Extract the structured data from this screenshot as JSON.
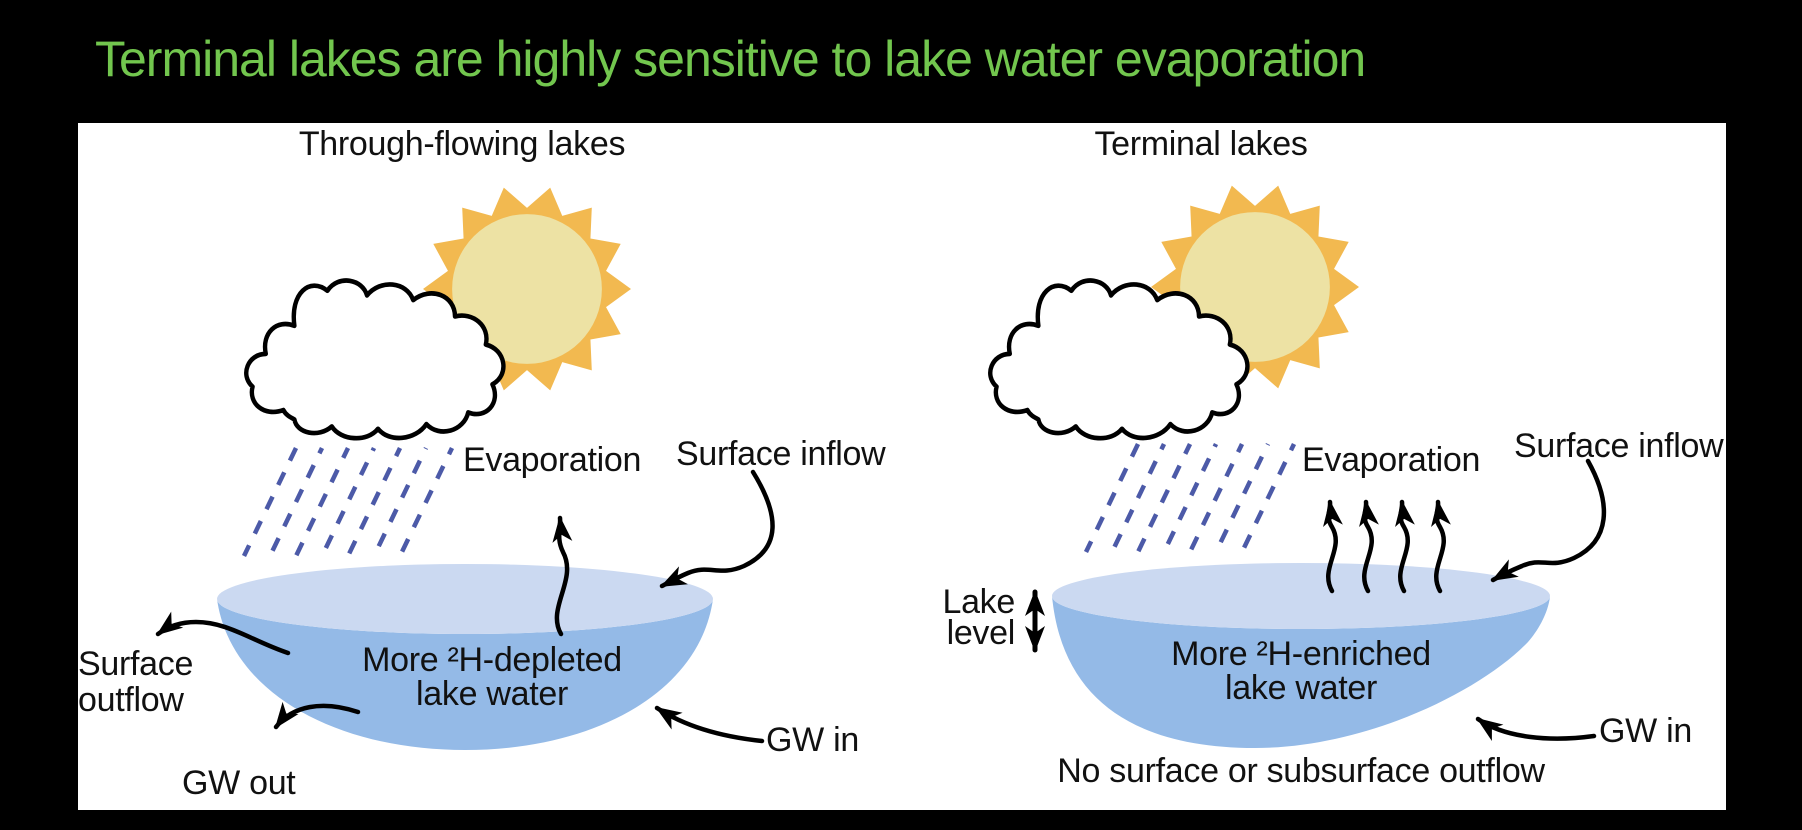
{
  "slide": {
    "title": "Terminal lakes are highly sensitive to lake water evaporation"
  },
  "left_diagram": {
    "header": "Through-flowing lakes",
    "evaporation_label": "Evaporation",
    "surface_inflow_label": "Surface inflow",
    "surface_outflow_line1": "Surface",
    "surface_outflow_line2": "outflow",
    "gw_out_label": "GW out",
    "gw_in_label": "GW in",
    "lake_text_line1": "More ²H-depleted",
    "lake_text_line2": "lake water"
  },
  "right_diagram": {
    "header": "Terminal lakes",
    "evaporation_label": "Evaporation",
    "surface_inflow_label": "Surface inflow",
    "lake_level_line1": "Lake",
    "lake_level_line2": "level",
    "gw_in_label": "GW in",
    "lake_text_line1": "More ²H-enriched",
    "lake_text_line2": "lake water",
    "no_outflow_label": "No surface or subsurface outflow"
  },
  "colors": {
    "background": "#000000",
    "panel": "#ffffff",
    "title_green": "#72C64E",
    "sun_rays": "#F2B950",
    "sun_disc": "#EDE2A4",
    "rain_blue": "#4C5AA8",
    "lake_surface": "#CBD9F1",
    "lake_body": "#94BAE7",
    "ink": "#111111"
  }
}
